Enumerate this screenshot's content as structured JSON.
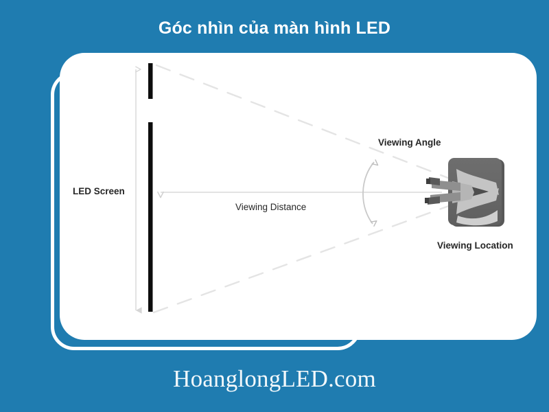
{
  "page": {
    "background_color": "#1f7cb0",
    "card_color": "#ffffff"
  },
  "header": {
    "title": "Góc nhìn của màn hình LED"
  },
  "footer": {
    "brand": "HoanglongLED.com"
  },
  "diagram": {
    "title": "LED viewing angle diagram",
    "labels": {
      "led_screen": "LED Screen",
      "viewing_distance": "Viewing Distance",
      "viewing_angle": "Viewing Angle",
      "viewing_location": "Viewing Location"
    },
    "elements": {
      "screen_bar_color": "#0d0d0d",
      "dimension_arrow_color": "#d3d3d3",
      "dashed_ray_color": "#e2e2e2",
      "angle_arc_color": "#c9c9c9",
      "viewer_image_color": "#8c8c8c"
    }
  }
}
